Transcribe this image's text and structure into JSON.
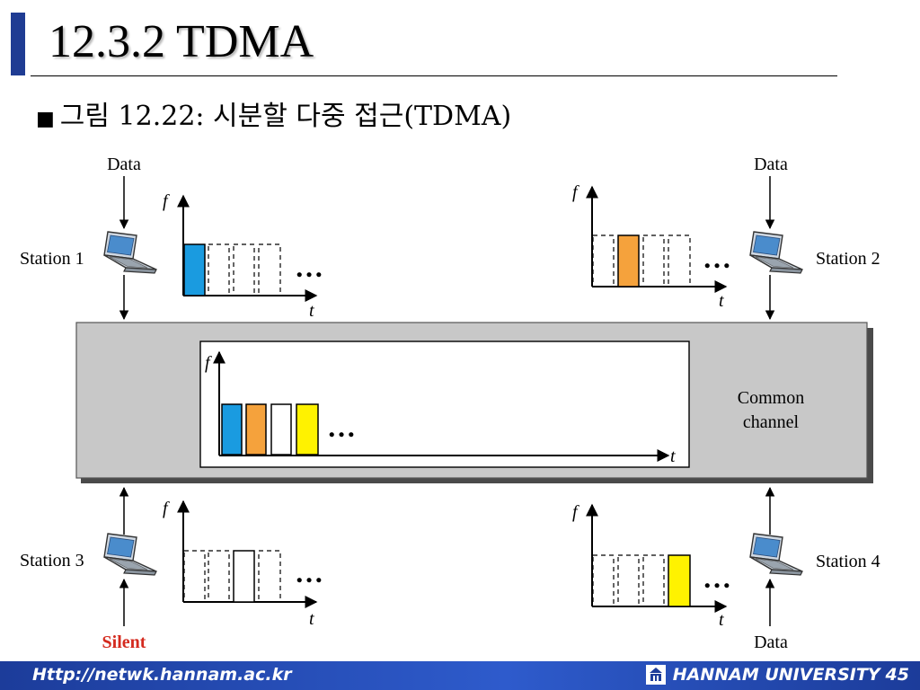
{
  "slide": {
    "title": "12.3.2 TDMA",
    "bullet_symbol": "■",
    "bullet_text": "그림 12.22: 시분할 다중 접근(TDMA)"
  },
  "diagram": {
    "data_label": "Data",
    "station_labels": [
      "Station 1",
      "Station 2",
      "Station 3",
      "Station 4"
    ],
    "silent_label": "Silent",
    "common_channel_label": [
      "Common",
      "channel"
    ],
    "freq_axis_label": "f",
    "time_axis_label": "t",
    "ellipsis": "…",
    "slot_colors": {
      "station1": "#1a9be0",
      "station2": "#f5a23c",
      "station3": "#ffffff",
      "station4": "#fff200"
    }
  },
  "footer": {
    "url": "Http://netwk.hannam.ac.kr",
    "university": "HANNAM UNIVERSITY",
    "page_number": "45"
  }
}
